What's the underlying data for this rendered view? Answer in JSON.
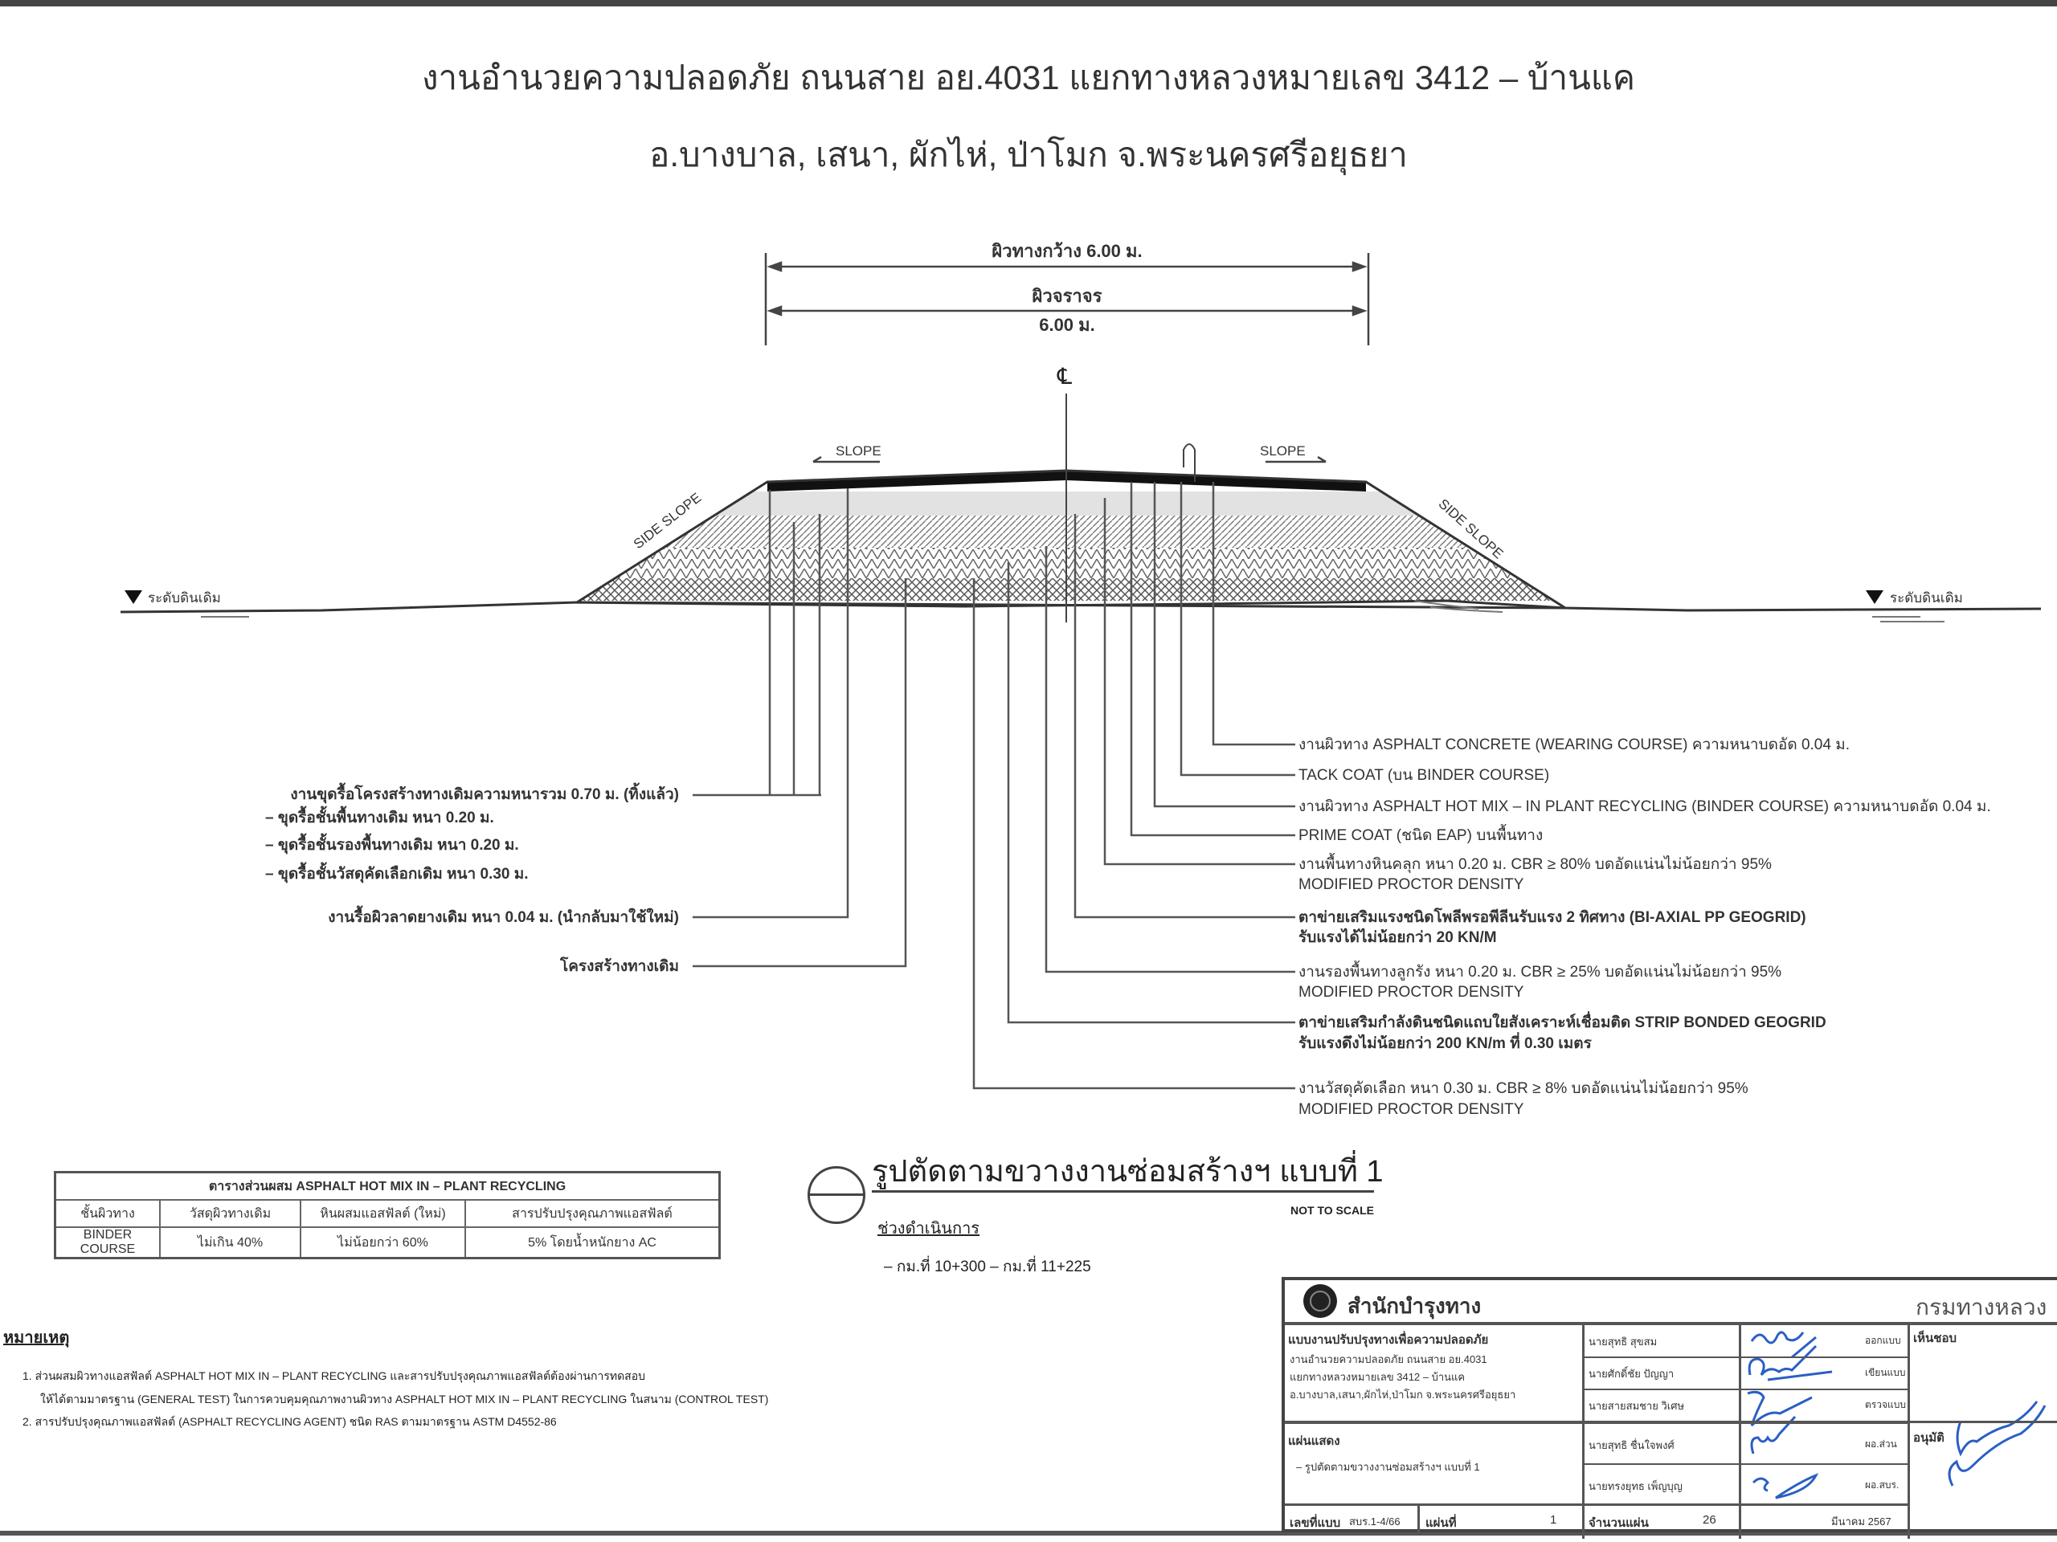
{
  "header": {
    "title_line1": "งานอำนวยความปลอดภัย ถนนสาย อย.4031 แยกทางหลวงหมายเลข 3412 – บ้านแค",
    "title_line2": "อ.บางบาล, เสนา, ผักไห่, ป่าโมก จ.พระนครศรีอยุธยา"
  },
  "cross_section": {
    "shoulder_width_label": "ผิวทางกว้าง 6.00 ม.",
    "traffic_lane_label": "ผิวจราจร",
    "traffic_lane_width": "6.00 ม.",
    "centerline_symbol": "℄",
    "slope_left": "SLOPE",
    "slope_right": "SLOPE",
    "side_slope_left": "SIDE SLOPE",
    "side_slope_right": "SIDE SLOPE",
    "ground_level_left": "ระดับดินเดิม",
    "ground_level_right": "ระดับดินเดิม"
  },
  "right_labels": [
    {
      "line1": "งานผิวทาง ASPHALT CONCRETE (WEARING COURSE)   ความหนาบดอัด 0.04 ม.",
      "line2": ""
    },
    {
      "line1": "TACK COAT (บน BINDER COURSE)",
      "line2": ""
    },
    {
      "line1": "งานผิวทาง ASPHALT HOT MIX – IN PLANT RECYCLING (BINDER COURSE)   ความหนาบดอัด 0.04 ม.",
      "line2": ""
    },
    {
      "line1": "PRIME COAT (ชนิด EAP) บนพื้นทาง",
      "line2": ""
    },
    {
      "line1": "งานพื้นทางหินคลุก หนา 0.20 ม. CBR ≥ 80% บดอัดแน่นไม่น้อยกว่า 95%",
      "line2": "MODIFIED PROCTOR DENSITY"
    },
    {
      "line1": "ตาข่ายเสริมแรงชนิดโพลีพรอพีลีนรับแรง 2 ทิศทาง  (BI-AXIAL PP GEOGRID)",
      "line2": "รับแรงได้ไม่น้อยกว่า 20 KN/M"
    },
    {
      "line1": "งานรองพื้นทางลูกรัง หนา 0.20 ม. CBR ≥ 25% บดอัดแน่นไม่น้อยกว่า 95%",
      "line2": "MODIFIED PROCTOR DENSITY"
    },
    {
      "line1": "ตาข่ายเสริมกำลังดินชนิดแถบใยสังเคราะห์เชื่อมติด STRIP BONDED GEOGRID",
      "line2": "รับแรงดึงไม่น้อยกว่า  200 KN/m ที่ 0.30 เมตร"
    },
    {
      "line1": "งานวัสดุคัดเลือก หนา 0.30 ม. CBR ≥ 8% บดอัดแน่นไม่น้อยกว่า 95%",
      "line2": "MODIFIED PROCTOR DENSITY"
    }
  ],
  "left_labels": {
    "excavation": "งานขุดรื้อโครงสร้างทางเดิมความหนารวม 0.70 ม. (ทิ้งแล้ว)",
    "excavation_items": [
      "–  ขุดรื้อชั้นพื้นทางเดิม หนา 0.20 ม.",
      "–  ขุดรื้อชั้นรองพื้นทางเดิม หนา 0.20 ม.",
      "–  ขุดรื้อชั้นวัสดุคัดเลือกเดิม หนา 0.30 ม."
    ],
    "milling": "งานรื้อผิวลาดยางเดิม หนา 0.04 ม. (นำกลับมาใช้ใหม่)",
    "existing_structure": "โครงสร้างทางเดิม"
  },
  "mix_table": {
    "title": "ตารางส่วนผสม ASPHALT HOT MIX IN – PLANT RECYCLING",
    "headers": [
      "ชั้นผิวทาง",
      "วัสดุผิวทางเดิม",
      "หินผสมแอสฟัลต์ (ใหม่)",
      "สารปรับปรุงคุณภาพแอสฟัลต์"
    ],
    "row": [
      "BINDER COURSE",
      "ไม่เกิน 40%",
      "ไม่น้อยกว่า 60%",
      "5% โดยน้ำหนักยาง AC"
    ]
  },
  "section": {
    "title": "รูปตัดตามขวางงานซ่อมสร้างฯ แบบที่ 1",
    "scale": "NOT TO SCALE",
    "range_label": "ช่วงดำเนินการ",
    "range": "–  กม.ที่ 10+300  –  กม.ที่ 11+225"
  },
  "notes": {
    "heading": "หมายเหตุ",
    "items": [
      "1.  ส่วนผสมผิวทางแอสฟัลต์ ASPHALT HOT MIX IN – PLANT RECYCLING และสารปรับปรุงคุณภาพแอสฟัลต์ต้องผ่านการทดสอบ",
      "ให้ได้ตามมาตรฐาน (GENERAL TEST) ในการควบคุมคุณภาพงานผิวทาง ASPHALT HOT MIX IN – PLANT RECYCLING ในสนาม (CONTROL TEST)",
      "2.  สารปรับปรุงคุณภาพแอสฟัลต์ (ASPHALT RECYCLING AGENT) ชนิด RAS ตามมาตรฐาน ASTM D4552-86"
    ]
  },
  "title_block": {
    "office": "สำนักบำรุงทาง",
    "department": "กรมทางหลวง",
    "plan_heading": "แบบงานปรับปรุงทางเพื่อความปลอดภัย",
    "plan_desc": [
      "งานอำนวยความปลอดภัย ถนนสาย อย.4031",
      "แยกทางหลวงหมายเลข 3412 – บ้านแค",
      "อ.บางบาล,เสนา,ผักไห่,ป่าโมก จ.พระนครศรีอยุธยา"
    ],
    "sheet_heading": "แผ่นแสดง",
    "sheet_item": "–  รูปตัดตามขวางงานซ่อมสร้างฯ แบบที่ 1",
    "drawing_no_label": "เลขที่แบบ",
    "drawing_no": "สบร.1-4/66",
    "sheet_no_label": "แผ่นที่",
    "sheet_no": "1",
    "total_label": "จำนวนแผ่น",
    "total": "26",
    "date": "มีนาคม 2567",
    "staff": [
      {
        "name": "นายสุทธิ สุขสม",
        "role": "ออกแบบ"
      },
      {
        "name": "นายศักดิ์ชัย ปัญญา",
        "role": "เขียนแบบ"
      },
      {
        "name": "นายสายสมชาย วิเศษ",
        "role": "ตรวจแบบ"
      },
      {
        "name": "นายสุทธิ ชื่นใจพงศ์",
        "role": "ผอ.ส่วน"
      },
      {
        "name": "นายทรงยุทธ เพ็ญบุญ",
        "role": "ผอ.สบร."
      }
    ],
    "approve_label": "เห็นชอบ",
    "authorize_label": "อนุมัติ"
  },
  "colors": {
    "ink": "#333333",
    "signature": "#2a5fc4"
  }
}
